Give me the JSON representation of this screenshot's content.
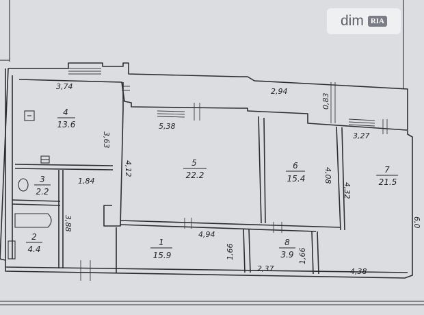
{
  "watermark": {
    "text": "dim",
    "badge": "RIA"
  },
  "rooms": [
    {
      "number": "1",
      "area": "15.9"
    },
    {
      "number": "2",
      "area": "4.4"
    },
    {
      "number": "3",
      "area": "2.2"
    },
    {
      "number": "4",
      "area": "13.6"
    },
    {
      "number": "5",
      "area": "22.2"
    },
    {
      "number": "6",
      "area": "15.4"
    },
    {
      "number": "7",
      "area": "21.5"
    },
    {
      "number": "8",
      "area": "3.9"
    }
  ],
  "dimensions": {
    "d_3_74": "3,74",
    "d_2_94": "2,94",
    "d_0_83": "0,83",
    "d_3_63": "3,63",
    "d_5_38": "5,38",
    "d_3_27": "3,27",
    "d_4_12": "4,12",
    "d_1_84": "1,84",
    "d_4_08": "4,08",
    "d_4_32": "4,32",
    "d_6_0": "6,0",
    "d_3_88": "3,88",
    "d_4_94": "4,94",
    "d_1_66_a": "1,66",
    "d_1_66_b": "1,66",
    "d_2_37": "2,37",
    "d_4_38": "4,38"
  }
}
